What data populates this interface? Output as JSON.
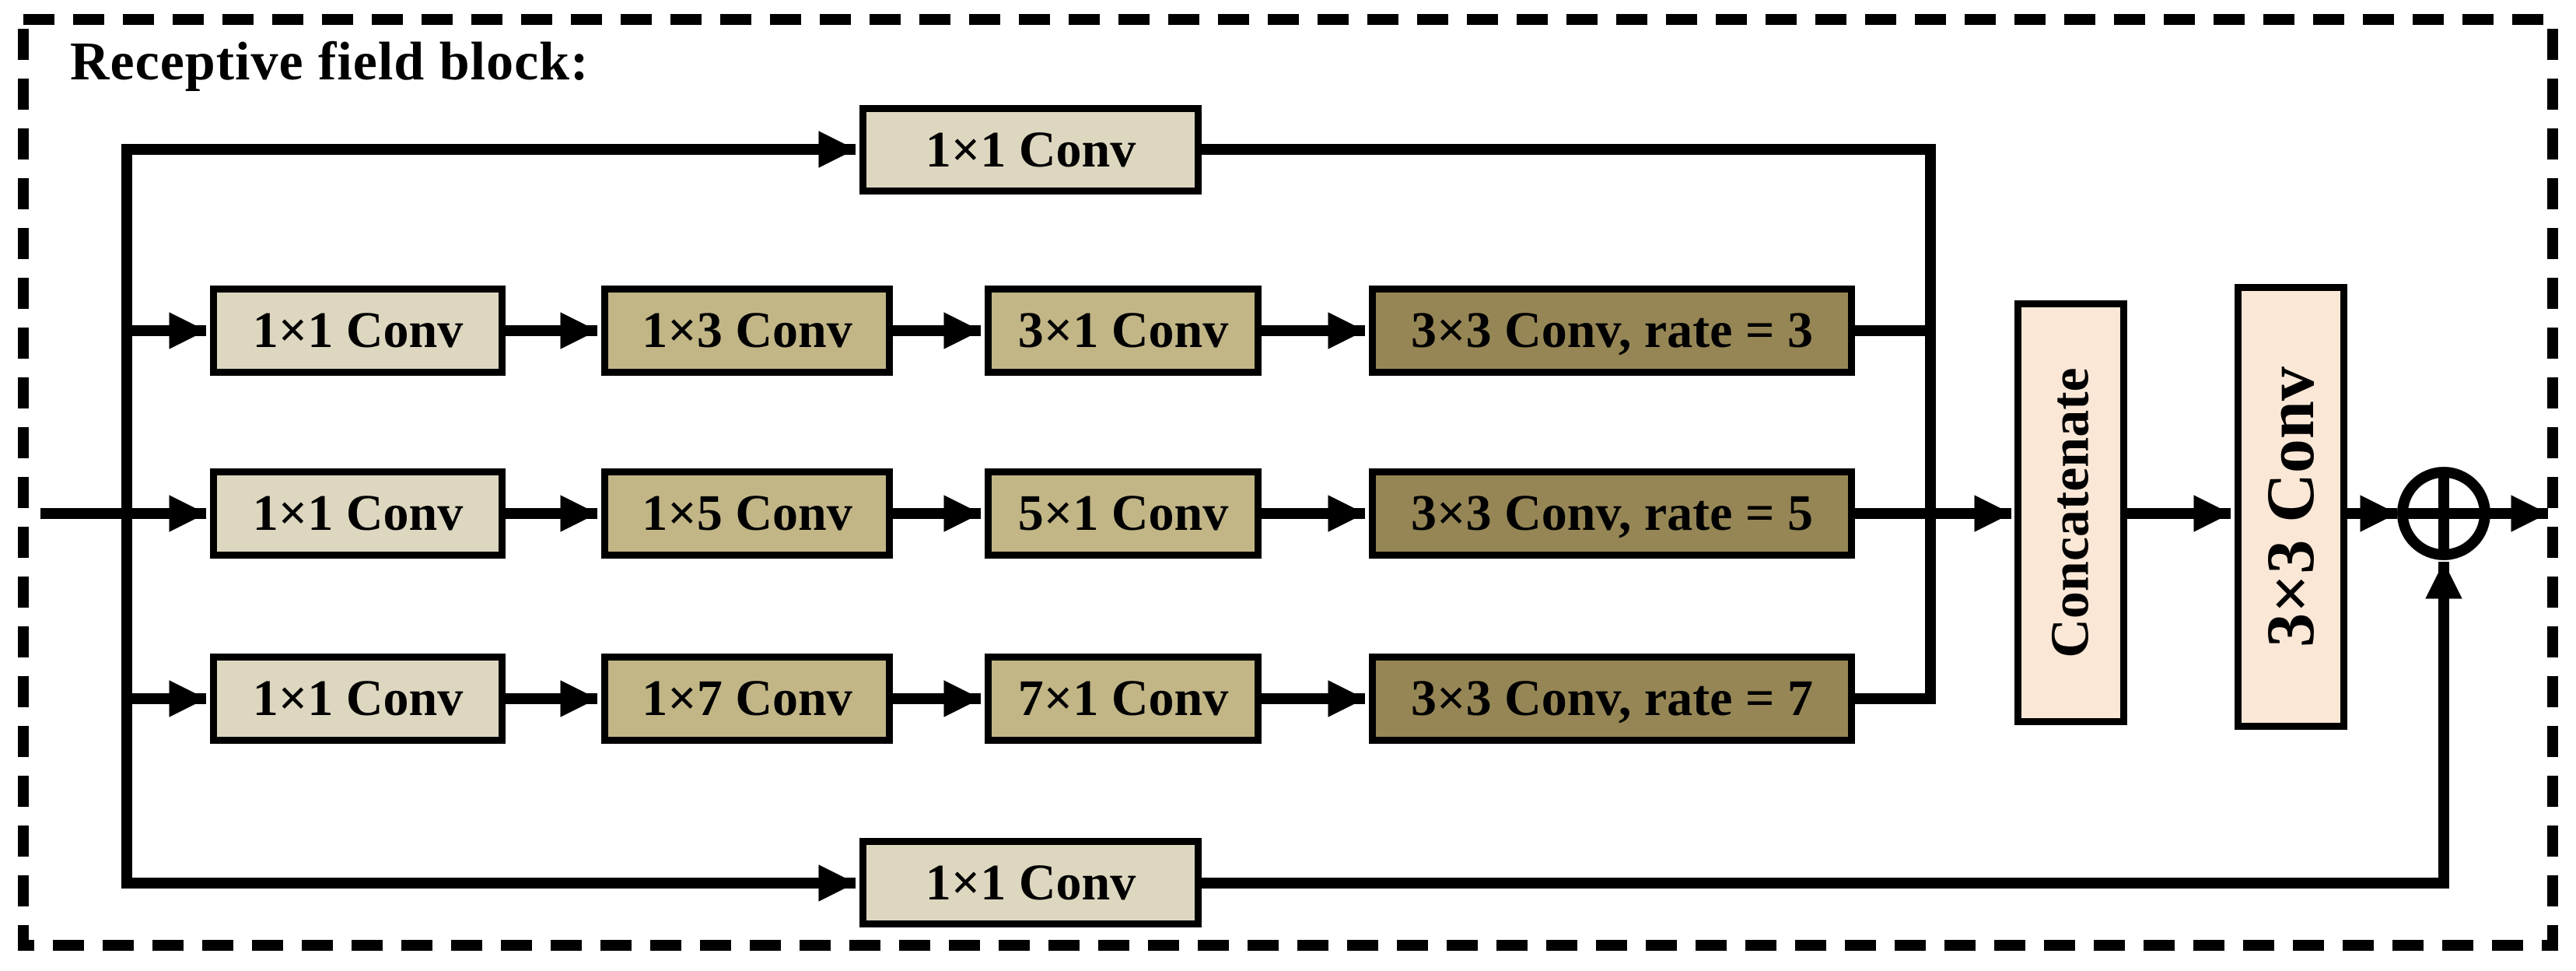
{
  "title": "Receptive field block:",
  "branches": {
    "top": {
      "label": "1×1 Conv"
    },
    "bottom": {
      "label": "1×1 Conv"
    }
  },
  "rows": [
    {
      "cells": [
        "1×1 Conv",
        "1×3 Conv",
        "3×1 Conv",
        "3×3 Conv, rate = 3"
      ]
    },
    {
      "cells": [
        "1×1 Conv",
        "1×5 Conv",
        "5×1 Conv",
        "3×3 Conv, rate = 5"
      ]
    },
    {
      "cells": [
        "1×1 Conv",
        "1×7 Conv",
        "7×1 Conv",
        "3×3 Conv, rate = 7"
      ]
    }
  ],
  "merge": {
    "concatenate": "Concatenate",
    "output_conv": "3×3 Conv"
  },
  "operators": {
    "add_symbol": "⊕"
  },
  "colors": {
    "box_light": "#ddd7c0",
    "box_medium": "#c2b687",
    "box_dark": "#968655",
    "box_peach": "#fbe7d6",
    "line": "#000000",
    "background": "#ffffff"
  }
}
